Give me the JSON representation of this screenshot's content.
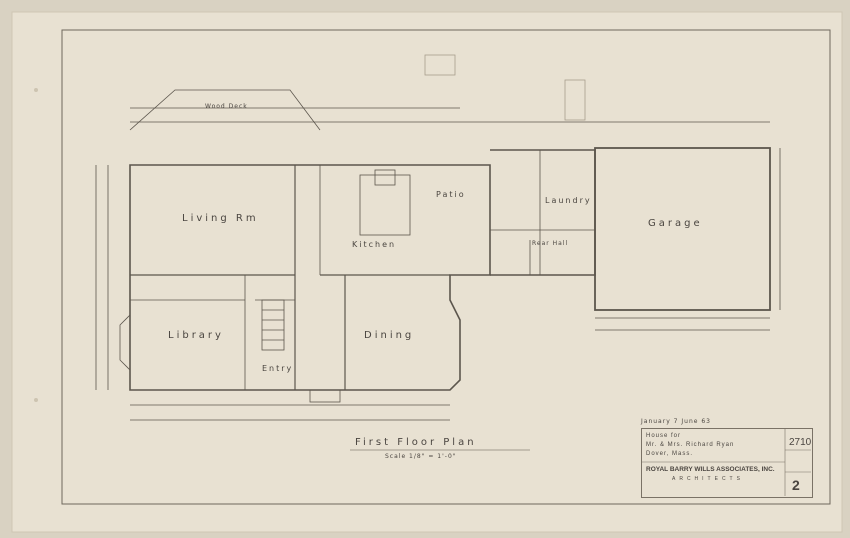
{
  "drawing": {
    "title": "First Floor Plan",
    "scale": "Scale 1/8\" = 1'-0\"",
    "date": "January 7 June 63"
  },
  "rooms": {
    "living": "Living Rm",
    "library": "Library",
    "entry": "Entry",
    "kitchen": "Kitchen",
    "patio": "Patio",
    "dining": "Dining",
    "laundry": "Laundry",
    "rear_hall": "Rear Hall",
    "garage": "Garage",
    "wood_deck": "Wood Deck"
  },
  "title_block": {
    "project_line1": "House for",
    "project_line2": "Mr. & Mrs. Richard Ryan",
    "project_line3": "Dover, Mass.",
    "firm": "ROYAL BARRY WILLS ASSOCIATES, INC.",
    "firm_sub": "ARCHITECTS",
    "job_no": "2710",
    "sheet_no": "2"
  },
  "colors": {
    "paper": "#e8e1d2",
    "ink": "#4a4540",
    "line": "#5c564d"
  }
}
